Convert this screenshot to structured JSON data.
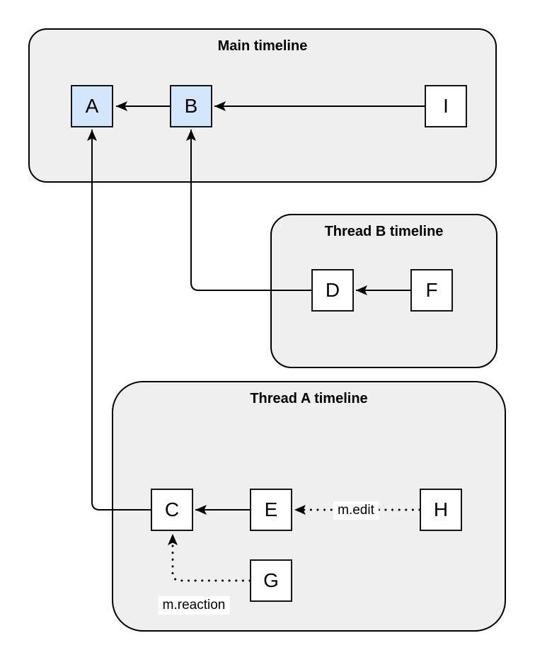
{
  "diagram": {
    "containers": {
      "main": {
        "title": "Main timeline"
      },
      "threadB": {
        "title": "Thread B timeline"
      },
      "threadA": {
        "title": "Thread A timeline"
      }
    },
    "nodes": {
      "A": {
        "label": "A",
        "container": "main",
        "highlighted": true
      },
      "B": {
        "label": "B",
        "container": "main",
        "highlighted": true
      },
      "I": {
        "label": "I",
        "container": "main",
        "highlighted": false
      },
      "D": {
        "label": "D",
        "container": "threadB",
        "highlighted": false
      },
      "F": {
        "label": "F",
        "container": "threadB",
        "highlighted": false
      },
      "C": {
        "label": "C",
        "container": "threadA",
        "highlighted": false
      },
      "E": {
        "label": "E",
        "container": "threadA",
        "highlighted": false
      },
      "H": {
        "label": "H",
        "container": "threadA",
        "highlighted": false
      },
      "G": {
        "label": "G",
        "container": "threadA",
        "highlighted": false
      }
    },
    "edges": {
      "b_to_a": {
        "from": "B",
        "to": "A",
        "style": "solid",
        "label": ""
      },
      "i_to_b": {
        "from": "I",
        "to": "B",
        "style": "solid",
        "label": ""
      },
      "f_to_d": {
        "from": "F",
        "to": "D",
        "style": "solid",
        "label": ""
      },
      "d_to_b": {
        "from": "D",
        "to": "B",
        "style": "solid",
        "label": ""
      },
      "e_to_c": {
        "from": "E",
        "to": "C",
        "style": "solid",
        "label": ""
      },
      "c_to_a": {
        "from": "C",
        "to": "A",
        "style": "solid",
        "label": ""
      },
      "h_to_e": {
        "from": "H",
        "to": "E",
        "style": "dotted",
        "label": "m.edit"
      },
      "g_to_c": {
        "from": "G",
        "to": "C",
        "style": "dotted",
        "label": "m.reaction"
      }
    },
    "colors": {
      "container_fill": "#efefef",
      "container_stroke": "#000000",
      "highlight_node_fill": "#d4e6fb",
      "node_fill": "#ffffff",
      "node_stroke": "#141414",
      "edge_color": "#000000",
      "edge_label_bg": "#ffffff",
      "text_color": "#000000"
    }
  }
}
